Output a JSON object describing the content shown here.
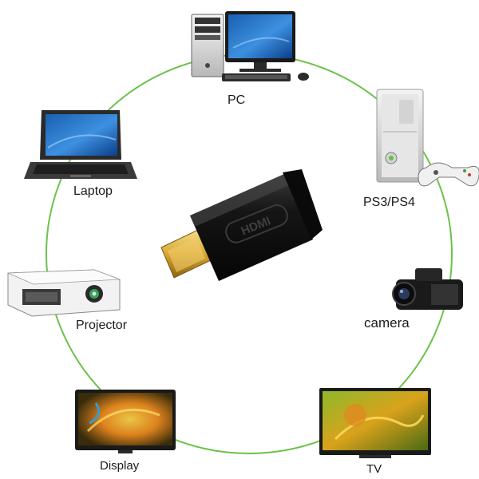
{
  "devices": {
    "pc": "PC",
    "laptop": "Laptop",
    "ps": "PS3/PS4",
    "projector": "Projector",
    "camera": "camera",
    "display": "Display",
    "tv": "TV"
  },
  "adapter": {
    "logo_text": "HDMI"
  },
  "colors": {
    "ring": "#6cc24a",
    "background": "#ffffff",
    "adapter_body": "#111111",
    "connector_gold": "#d9a832"
  }
}
